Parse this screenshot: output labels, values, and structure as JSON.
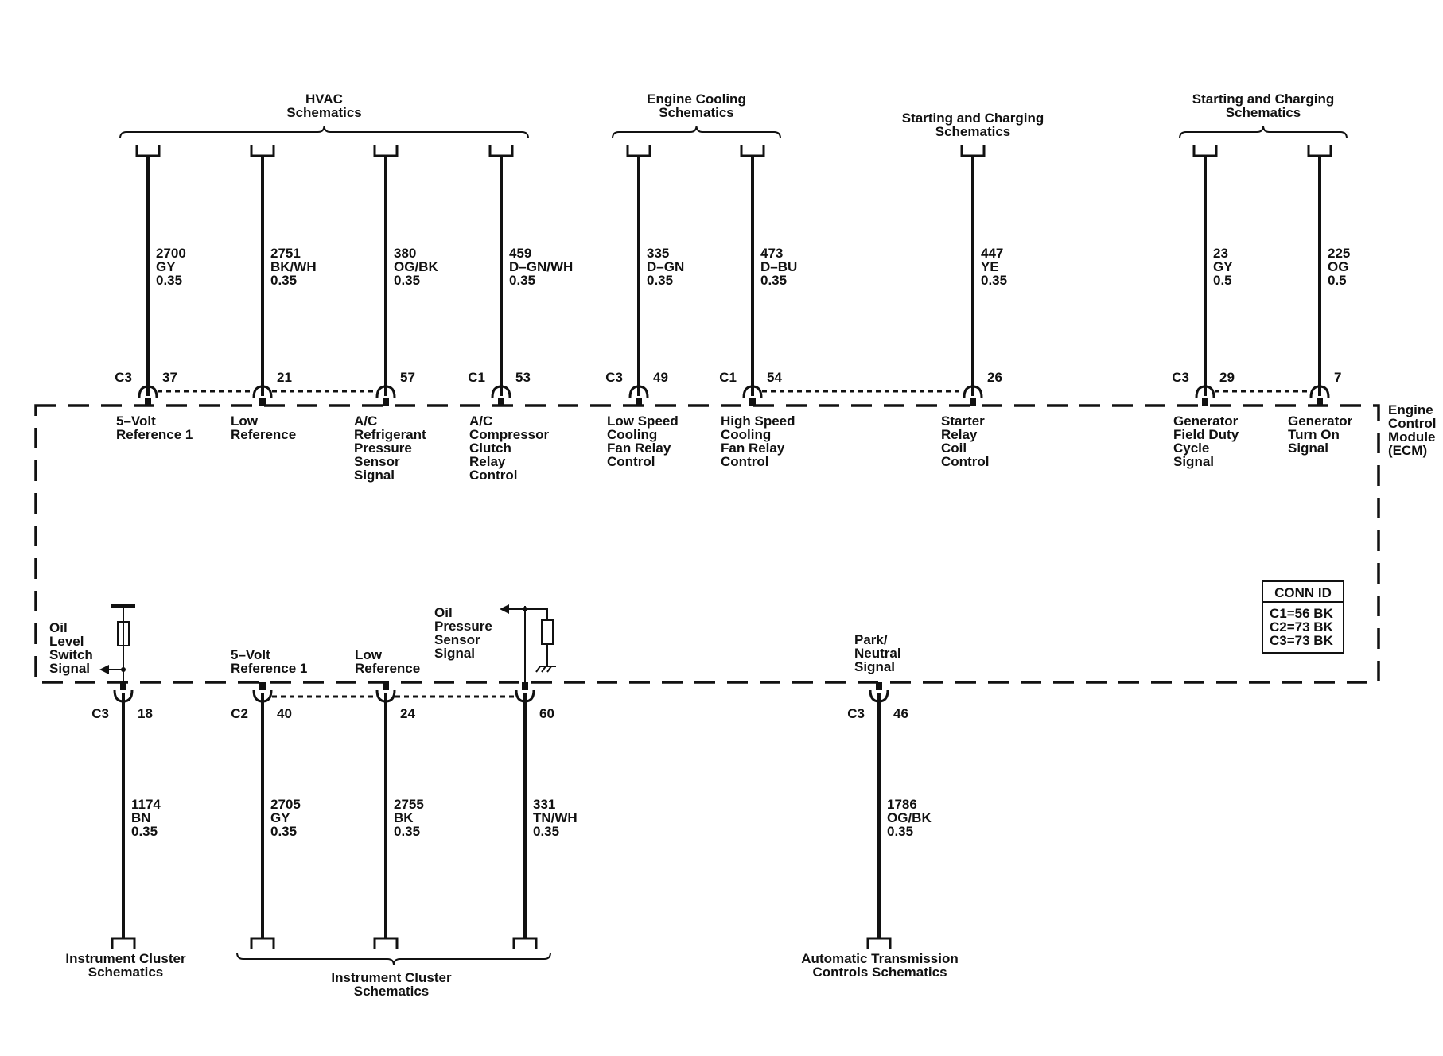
{
  "module": {
    "lines": [
      "Engine",
      "Control",
      "Module",
      "(ECM)"
    ]
  },
  "conn_id": {
    "title": "CONN ID",
    "rows": [
      "C1=56 BK",
      "C2=73 BK",
      "C3=73 BK"
    ]
  },
  "top_groups": [
    {
      "lines": [
        "HVAC",
        "Schematics"
      ]
    },
    {
      "lines": [
        "Engine Cooling",
        "Schematics"
      ]
    },
    {
      "lines": [
        "Starting and Charging",
        "Schematics"
      ]
    },
    {
      "lines": [
        "Starting and Charging",
        "Schematics"
      ]
    }
  ],
  "top_circuits": [
    {
      "wire": [
        "2700",
        "GY",
        "0.35"
      ],
      "connector": "C3",
      "pin": "37",
      "signal": [
        "5–Volt",
        "Reference 1"
      ]
    },
    {
      "wire": [
        "2751",
        "BK/WH",
        "0.35"
      ],
      "connector": "",
      "pin": "21",
      "signal": [
        "Low",
        "Reference"
      ]
    },
    {
      "wire": [
        "380",
        "OG/BK",
        "0.35"
      ],
      "connector": "",
      "pin": "57",
      "signal": [
        "A/C",
        "Refrigerant",
        "Pressure",
        "Sensor",
        "Signal"
      ]
    },
    {
      "wire": [
        "459",
        "D–GN/WH",
        "0.35"
      ],
      "connector": "C1",
      "pin": "53",
      "signal": [
        "A/C",
        "Compressor",
        "Clutch",
        "Relay",
        "Control"
      ]
    },
    {
      "wire": [
        "335",
        "D–GN",
        "0.35"
      ],
      "connector": "C3",
      "pin": "49",
      "signal": [
        "Low Speed",
        "Cooling",
        "Fan Relay",
        "Control"
      ]
    },
    {
      "wire": [
        "473",
        "D–BU",
        "0.35"
      ],
      "connector": "C1",
      "pin": "54",
      "signal": [
        "High Speed",
        "Cooling",
        "Fan Relay",
        "Control"
      ]
    },
    {
      "wire": [
        "447",
        "YE",
        "0.35"
      ],
      "connector": "",
      "pin": "26",
      "signal": [
        "Starter",
        "Relay",
        "Coil",
        "Control"
      ]
    },
    {
      "wire": [
        "23",
        "GY",
        "0.5"
      ],
      "connector": "C3",
      "pin": "29",
      "signal": [
        "Generator",
        "Field Duty",
        "Cycle",
        "Signal"
      ]
    },
    {
      "wire": [
        "225",
        "OG",
        "0.5"
      ],
      "connector": "",
      "pin": "7",
      "signal": [
        "Generator",
        "Turn On",
        "Signal"
      ]
    }
  ],
  "bottom_circuits": [
    {
      "signal": [
        "Oil",
        "Level",
        "Switch",
        "Signal"
      ],
      "connector": "C3",
      "pin": "18",
      "wire": [
        "1174",
        "BN",
        "0.35"
      ]
    },
    {
      "signal": [
        "5–Volt",
        "Reference 1"
      ],
      "connector": "C2",
      "pin": "40",
      "wire": [
        "2705",
        "GY",
        "0.35"
      ]
    },
    {
      "signal": [
        "Low",
        "Reference"
      ],
      "connector": "",
      "pin": "24",
      "wire": [
        "2755",
        "BK",
        "0.35"
      ]
    },
    {
      "signal": [
        "Oil",
        "Pressure",
        "Sensor",
        "Signal"
      ],
      "connector": "",
      "pin": "60",
      "wire": [
        "331",
        "TN/WH",
        "0.35"
      ]
    },
    {
      "signal": [
        "Park/",
        "Neutral",
        "Signal"
      ],
      "connector": "C3",
      "pin": "46",
      "wire": [
        "1786",
        "OG/BK",
        "0.35"
      ]
    }
  ],
  "bottom_groups": [
    {
      "lines": [
        "Instrument Cluster",
        "Schematics"
      ]
    },
    {
      "lines": [
        "Instrument Cluster",
        "Schematics"
      ]
    },
    {
      "lines": [
        "Automatic Transmission",
        "Controls Schematics"
      ]
    }
  ]
}
